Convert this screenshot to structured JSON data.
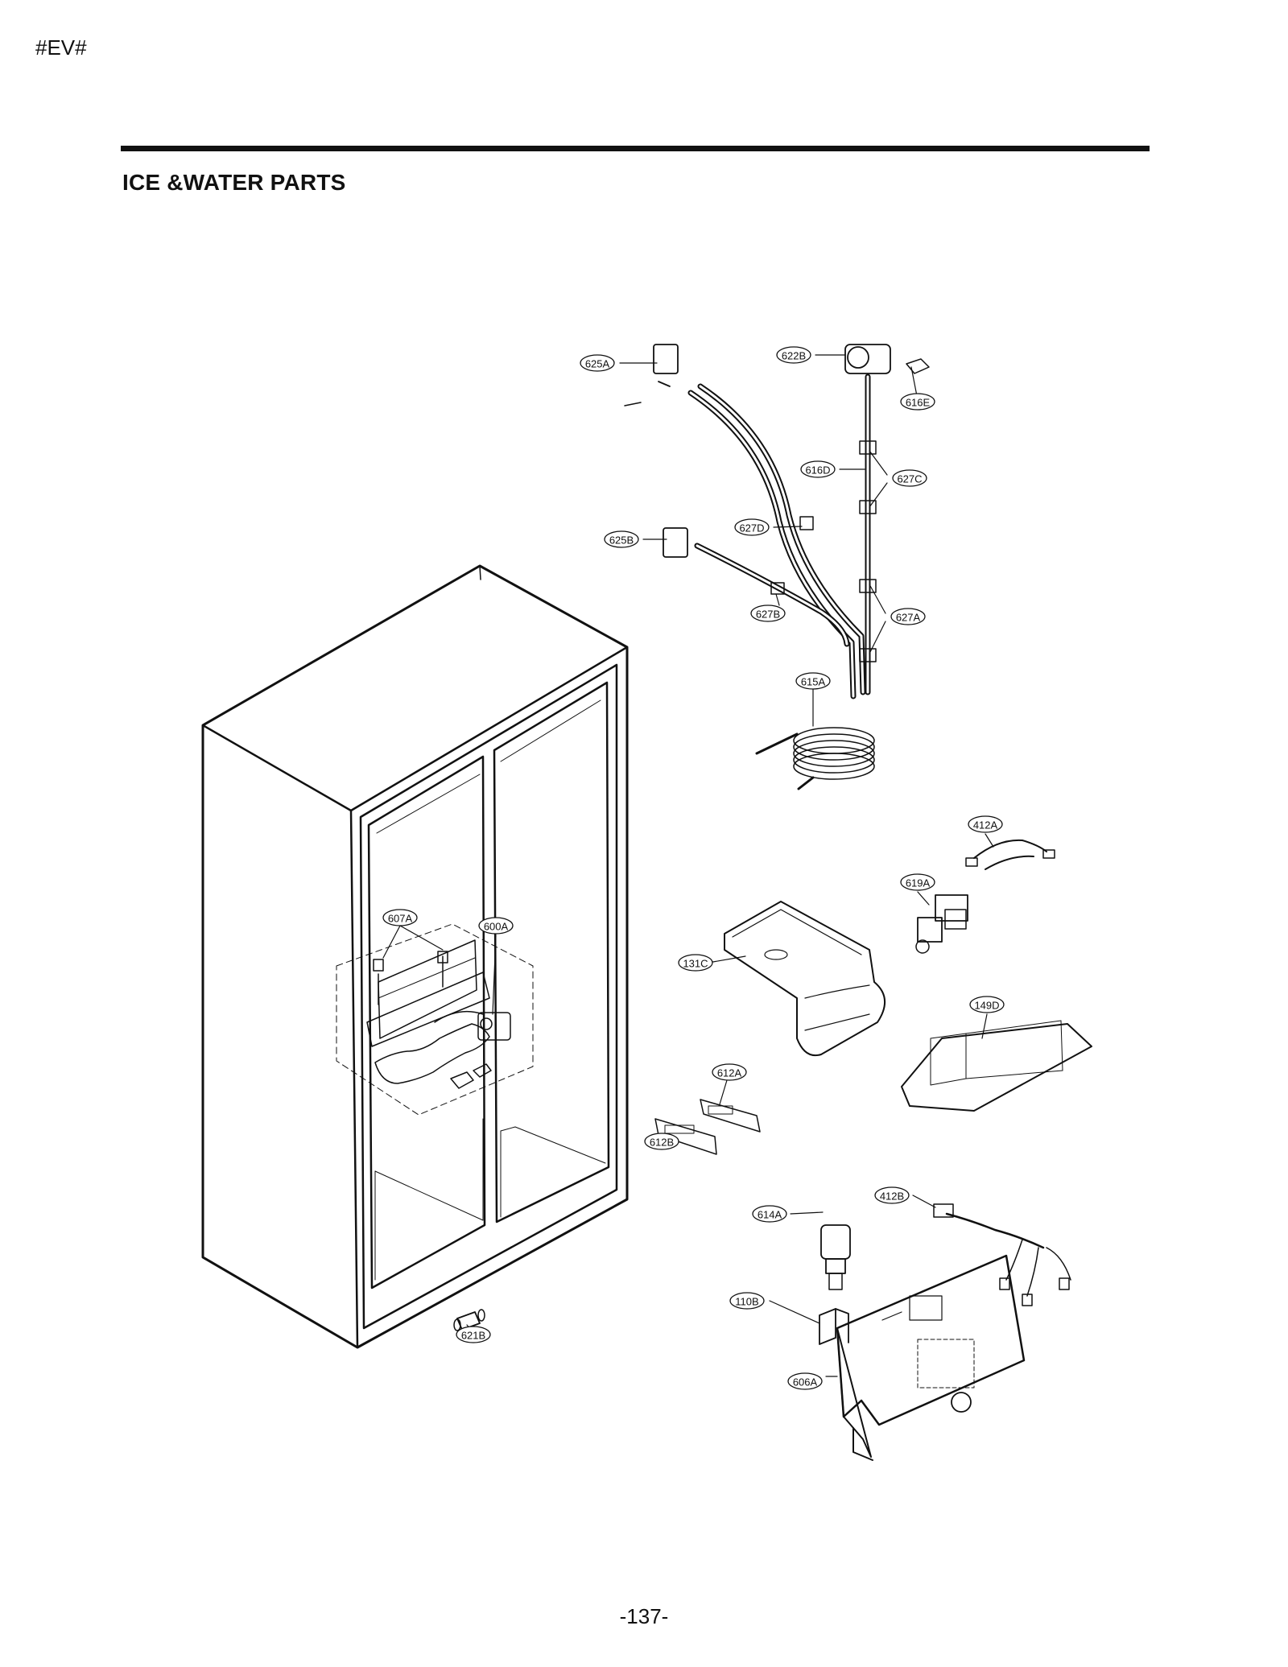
{
  "header": {
    "code": "#EV#"
  },
  "section": {
    "title": "ICE &WATER PARTS"
  },
  "page": {
    "number": "-137-"
  },
  "callouts": [
    {
      "id": "c625A",
      "label": "625A"
    },
    {
      "id": "c622B",
      "label": "622B"
    },
    {
      "id": "c616E",
      "label": "616E"
    },
    {
      "id": "c616D",
      "label": "616D"
    },
    {
      "id": "c627C",
      "label": "627C"
    },
    {
      "id": "c627D",
      "label": "627D"
    },
    {
      "id": "c625B",
      "label": "625B"
    },
    {
      "id": "c627B",
      "label": "627B"
    },
    {
      "id": "c627A",
      "label": "627A"
    },
    {
      "id": "c615A",
      "label": "615A"
    },
    {
      "id": "c412A",
      "label": "412A"
    },
    {
      "id": "c619A",
      "label": "619A"
    },
    {
      "id": "c607A",
      "label": "607A"
    },
    {
      "id": "c600A",
      "label": "600A"
    },
    {
      "id": "c131C",
      "label": "131C"
    },
    {
      "id": "c149D",
      "label": "149D"
    },
    {
      "id": "c612A",
      "label": "612A"
    },
    {
      "id": "c612B",
      "label": "612B"
    },
    {
      "id": "c412B",
      "label": "412B"
    },
    {
      "id": "c614A",
      "label": "614A"
    },
    {
      "id": "c110B",
      "label": "110B"
    },
    {
      "id": "c621B",
      "label": "621B"
    },
    {
      "id": "c606A",
      "label": "606A"
    }
  ]
}
